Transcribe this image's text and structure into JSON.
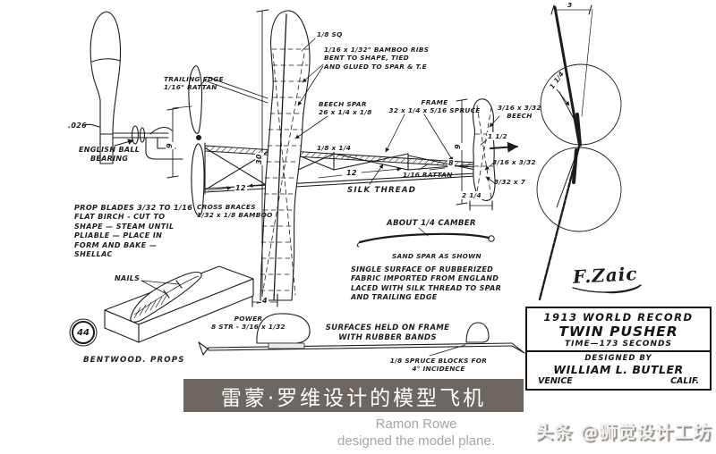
{
  "drawing": {
    "labels": {
      "gauge_026": ".026",
      "english_ball_bearing": "ENGLISH BALL\nBEARING",
      "trailing_edge": "TRAILING EDGE\n1/16\" RATTAN",
      "tip_sq": "1/8 SQ",
      "bamboo_ribs": "1/16 x 1/32\" BAMBOO RIBS\nBENT TO SHAPE, TIED\nAND GLUED TO SPAR & T.E",
      "beech_spar": "BEECH SPAR\n26 x 1/4 x 1/8",
      "frame": "FRAME\n32 x 1/4 x 5/16 SPRUCE",
      "strut_size": "1/8 x 1/4",
      "dim_12_left": "12",
      "dim_12_right": "12",
      "silk_thread": "SILK THREAD",
      "rattan_tail": "1/16 RATTAN",
      "cross_braces": "CROSS BRACES\n1/32 x 1/8 BAMBOO",
      "prop_blades_note": "PROP BLADES 3/32 TO 1/16\nFLAT BIRCH - CUT TO\nSHAPE — STEAM UNTIL\nPLIABLE — PLACE IN\nFORM AND BAKE —\nSHELLAC",
      "nails": "NAILS",
      "fig_number": "44",
      "bentwood_props": "BENTWOOD. PROPS",
      "power": "POWER\n8 STR - 3/16 x 1/32",
      "camber": "ABOUT 1/4 CAMBER",
      "sand_spar": "SAND SPAR AS SHOWN",
      "fabric_note": "SINGLE SURFACE OF RUBBERIZED\nFABRIC IMPORTED FROM ENGLAND\nLACED WITH SILK THREAD TO SPAR\nAND TRAILING EDGE",
      "rubber_bands_note": "SURFACES HELD ON FRAME\nWITH RUBBER BANDS",
      "incidence_note": "1/8 SPRUCE BLOCKS FOR\n4° INCIDENCE",
      "tail_beech": "3/16 x 3/32\nBEECH",
      "dim_1_5": "1 1/2",
      "tail_size": "3/16 x 3/32",
      "tail_rib": "3/32 x 7",
      "dim_2_25": "2 1/4",
      "dim_9_tail": "9",
      "dim_8": "8",
      "dim_9_left": "9",
      "dim_30": "30",
      "dim_4": "4",
      "prop_offset": "1 1/4",
      "dim_top_right": "3"
    }
  },
  "signature": "F.Zaic",
  "info_box": {
    "line1": "1913 WORLD RECORD",
    "line2": "TWIN PUSHER",
    "line3": "TIME—173 SECONDS",
    "line4": "DESIGNED BY",
    "line5": "WILLIAM L. BUTLER",
    "line6a": "VENICE",
    "line6b": "CALIF."
  },
  "caption": {
    "zh": "雷蒙·罗维设计的模型飞机"
  },
  "caption_en": {
    "line1": "Ramon Rowe",
    "line2": "designed the model plane."
  },
  "watermark": "头条 @狮觉设计工坊",
  "colors": {
    "ink": "#1c1c1c",
    "caption_bg": "#6e6761",
    "caption_text": "#ffffff",
    "caption_en_text": "#a8a4a1"
  }
}
